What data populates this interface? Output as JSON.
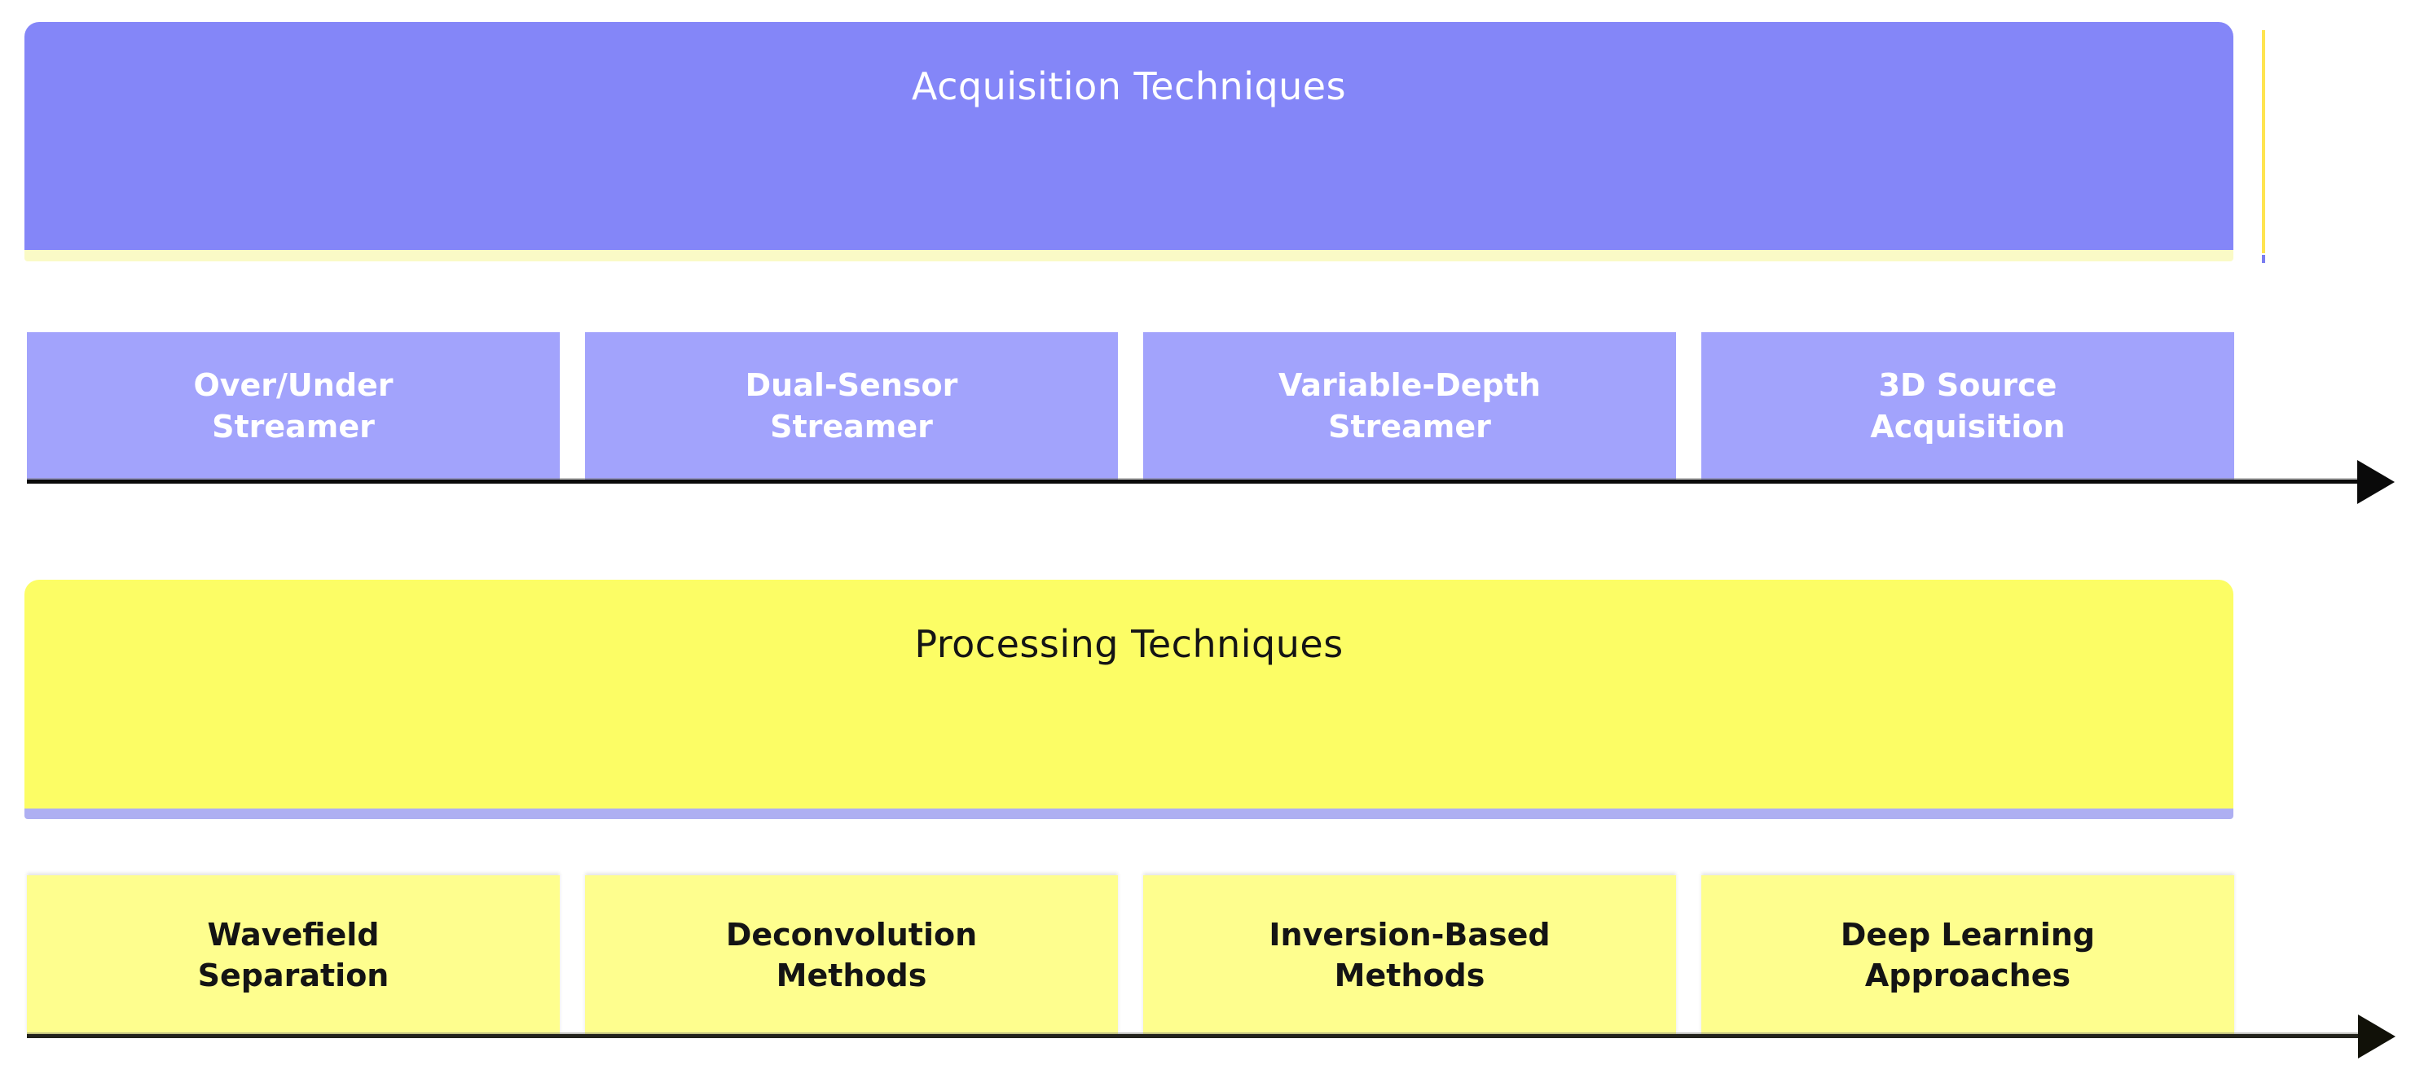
{
  "diagram": {
    "acquisition": {
      "title": "Acquisition Techniques",
      "items": [
        {
          "label": "Over/Under\nStreamer"
        },
        {
          "label": "Dual-Sensor\nStreamer"
        },
        {
          "label": "Variable-Depth\nStreamer"
        },
        {
          "label": "3D Source\nAcquisition"
        }
      ]
    },
    "processing": {
      "title": "Processing Techniques",
      "items": [
        {
          "label": "Wavefield\nSeparation"
        },
        {
          "label": "Deconvolution\nMethods"
        },
        {
          "label": "Inversion-Based\nMethods"
        },
        {
          "label": "Deep Learning\nApproaches"
        }
      ]
    },
    "icons": {
      "timeline_arrow_acquisition": "right-arrow",
      "timeline_arrow_processing": "right-arrow"
    },
    "colors": {
      "acquisition_banner": "#8486f8",
      "acquisition_banner_strip": "#fafac6",
      "acquisition_box": "#a2a3fc",
      "acquisition_text": "#ffffff",
      "processing_banner": "#fcfd65",
      "processing_banner_strip": "#aeaff2",
      "processing_box": "#fefe8e",
      "processing_text": "#141414",
      "arrow": "#0a0a0a",
      "edge_line": "#ffe44f",
      "edge_line_tip": "#7b7df0",
      "background": "#ffffff"
    }
  }
}
